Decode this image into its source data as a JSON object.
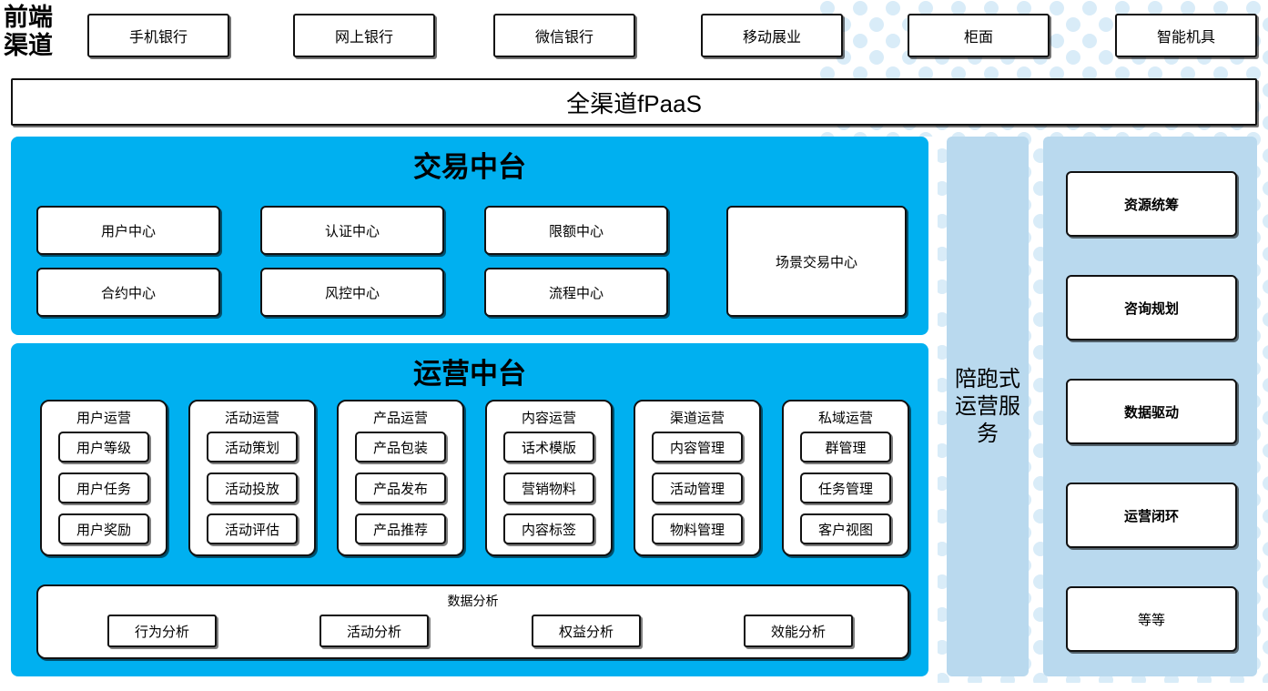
{
  "theme": {
    "cyan": "#00b0f0",
    "light_blue": "#b9d9ee",
    "dot_color": "#d9ecf8",
    "node_border": "#111111",
    "node_fill": "#ffffff"
  },
  "front_channel": {
    "label": "前端渠道",
    "channels": [
      {
        "label": "手机银行"
      },
      {
        "label": "网上银行"
      },
      {
        "label": "微信银行"
      },
      {
        "label": "移动展业"
      },
      {
        "label": "柜面"
      },
      {
        "label": "智能机具"
      }
    ]
  },
  "omni_bar": {
    "label": "全渠道fPaaS"
  },
  "trade_platform": {
    "title": "交易中台",
    "nodes": [
      {
        "label": "用户中心"
      },
      {
        "label": "认证中心"
      },
      {
        "label": "限额中心"
      },
      {
        "label": "合约中心"
      },
      {
        "label": "风控中心"
      },
      {
        "label": "流程中心"
      }
    ],
    "wide_node": {
      "label": "场景交易中心"
    }
  },
  "operation_platform": {
    "title": "运营中台",
    "groups": [
      {
        "title": "用户运营",
        "items": [
          "用户等级",
          "用户任务",
          "用户奖励"
        ]
      },
      {
        "title": "活动运营",
        "items": [
          "活动策划",
          "活动投放",
          "活动评估"
        ]
      },
      {
        "title": "产品运营",
        "items": [
          "产品包装",
          "产品发布",
          "产品推荐"
        ]
      },
      {
        "title": "内容运营",
        "items": [
          "话术模版",
          "营销物料",
          "内容标签"
        ]
      },
      {
        "title": "渠道运营",
        "items": [
          "内容管理",
          "活动管理",
          "物料管理"
        ]
      },
      {
        "title": "私域运营",
        "items": [
          "群管理",
          "任务管理",
          "客户视图"
        ]
      }
    ],
    "data_analysis": {
      "title": "数据分析",
      "items": [
        "行为分析",
        "活动分析",
        "权益分析",
        "效能分析"
      ]
    }
  },
  "service_column": {
    "label": "陪跑式运营服务"
  },
  "service_panel": {
    "items": [
      {
        "label": "资源统筹",
        "bold": true
      },
      {
        "label": "咨询规划",
        "bold": true
      },
      {
        "label": "数据驱动",
        "bold": true
      },
      {
        "label": "运营闭环",
        "bold": true
      },
      {
        "label": "等等",
        "bold": false
      }
    ]
  }
}
